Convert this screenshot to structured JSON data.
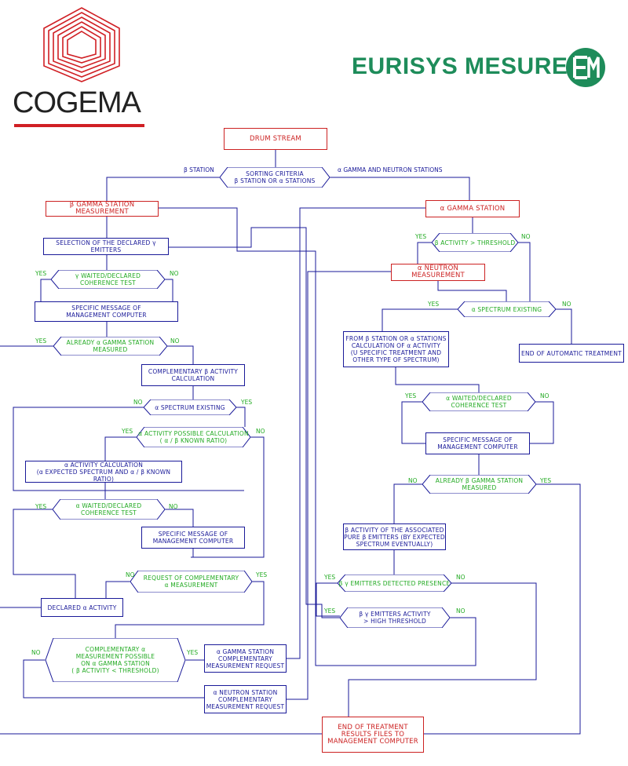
{
  "logos": {
    "cogema": "COGEMA",
    "eurisys": "EURISYS MESURES",
    "eurisys_mark": "EM"
  },
  "colors": {
    "process": "#1a1a99",
    "station": "#cc2222",
    "answer": "#22aa22",
    "cogema_red": "#d01f24",
    "eurisys_green": "#1e8c5a"
  },
  "nodes": {
    "drum_stream": "DRUM STREAM",
    "sorting": "SORTING CRITERIA\nβ STATION OR  α STATIONS",
    "beta_gamma_station": "β GAMMA STATION MEASUREMENT",
    "selection_emitters": "SELECTION OF THE DECLARED γ EMITTERS",
    "gamma_coherence": "γ WAITED/DECLARED\nCOHERENCE TEST",
    "specific_msg_1": "SPECIFIC MESSAGE OF\nMANAGEMENT COMPUTER",
    "already_alpha_gamma": "ALREADY  α GAMMA STATION\nMEASURED",
    "complementary_beta": "COMPLEMENTARY  β ACTIVITY\nCALCULATION",
    "alpha_spectrum_left": "α SPECTRUM  EXISTING",
    "alpha_possible_calc": "α ACTIVITY  POSSIBLE CALCULATION\n( α / β KNOWN RATIO)",
    "alpha_calc": "α ACTIVITY CALCULATION\n(α  EXPECTED SPECTRUM AND α / β KNOWN RATIO)",
    "alpha_coherence_left": "α WAITED/DECLARED\nCOHERENCE TEST",
    "specific_msg_2": "SPECIFIC MESSAGE OF\nMANAGEMENT COMPUTER",
    "request_complementary": "REQUEST OF COMPLEMENTARY\nα MEASUREMENT",
    "declared_alpha": "DECLARED  α ACTIVITY",
    "complementary_possible": "COMPLEMENTARY  α\nMEASUREMENT POSSIBLE\nON  α GAMMA STATION\n( β ACTIVITY  <  THRESHOLD)",
    "alpha_gamma_request": "α GAMMA STATION\nCOMPLEMENTARY\nMEASUREMENT REQUEST",
    "alpha_neutron_request": "α NEUTRON STATION\nCOMPLEMENTARY\nMEASUREMENT REQUEST",
    "end_treatment": "END OF TREATMENT\nRESULTS FILES TO\nMANAGEMENT COMPUTER",
    "alpha_gamma_station": "α GAMMA STATION",
    "beta_threshold": "β  ACTIVITY  >  THRESHOLD",
    "alpha_neutron": "α NEUTRON MEASUREMENT",
    "alpha_spectrum_right": "α SPECTRUM  EXISTING",
    "end_automatic": "END  OF  AUTOMATIC  TREATMENT",
    "from_beta_station": "FROM  β STATION  OR   α STATIONS\nCALCULATION OF  α ACTIVITY\n(U SPECIFIC TREATMENT AND\nOTHER TYPE OF SPECTRUM)",
    "alpha_coherence_right": "α WAITED/DECLARED\nCOHERENCE TEST",
    "specific_msg_3": "SPECIFIC MESSAGE OF\nMANAGEMENT COMPUTER",
    "already_beta_gamma": "ALREADY  β GAMMA STATION\nMEASURED",
    "beta_pure_emitters": "β ACTIVITY OF THE ASSOCIATED\nPURE  β EMITTERS (BY EXPECTED\nSPECTRUM EVENTUALLY)",
    "bg_presence": "β γ EMITTERS  DETECTED PRESENCE",
    "bg_high_threshold": "β γ EMITTERS ACTIVITY\n>  HIGH THRESHOLD"
  },
  "labels": {
    "beta_station": "β STATION",
    "alpha_stations": "α GAMMA AND NEUTRON STATIONS",
    "yes": "YES",
    "no": "NO"
  }
}
